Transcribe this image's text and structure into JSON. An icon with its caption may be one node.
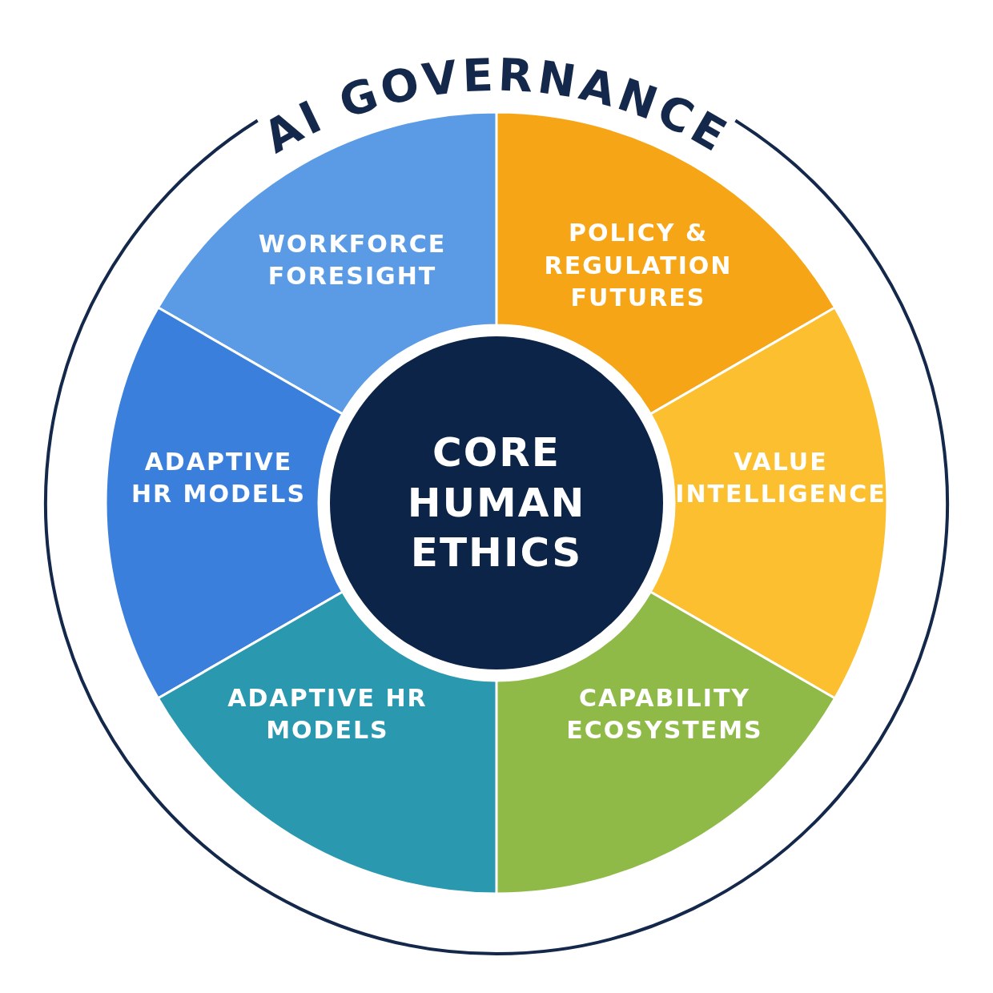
{
  "diagram": {
    "nodes": [
      {
        "text": [
          "AI GOVERNANCE"
        ]
      },
      {
        "text": [
          "WORKFORCE FORESIGHT"
        ],
        "in": 0
      },
      {
        "text": [
          "POLICY & REGULATION FUTURES"
        ],
        "in": 0
      },
      {
        "text": [
          "ADAPTIVE HR MODELS"
        ],
        "in": 0
      },
      {
        "text": [
          "VALUE INTELLIGENCE"
        ],
        "in": 0
      },
      {
        "text": [
          "ADAPTIVE HR MODELS"
        ],
        "in": 0
      },
      {
        "text": [
          "CAPABILITY ECOSYSTEMS"
        ],
        "in": 0
      },
      {
        "text": [
          "CORE HUMAN ETHICS"
        ],
        "in": 0
      }
    ],
    "edges": []
  }
}
